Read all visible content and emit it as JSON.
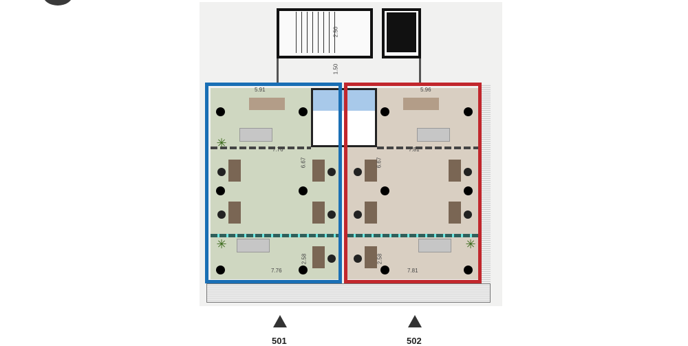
{
  "plan": {
    "dimensions": {
      "top_left_width": "5.91",
      "top_right_width": "5.96",
      "mid_left_width": "7.76",
      "mid_right_width": "7.81",
      "left_depth": "6.67",
      "right_depth": "6.67",
      "bottom_left_depth": "2.58",
      "bottom_right_depth": "2.58",
      "bottom_left_width": "7.76",
      "bottom_right_width": "7.81",
      "stair_depth": "2.50",
      "corridor_depth": "1.50"
    },
    "units": [
      {
        "label": "501",
        "outline_color": "#1a6fb5"
      },
      {
        "label": "502",
        "outline_color": "#c1272d"
      }
    ]
  }
}
